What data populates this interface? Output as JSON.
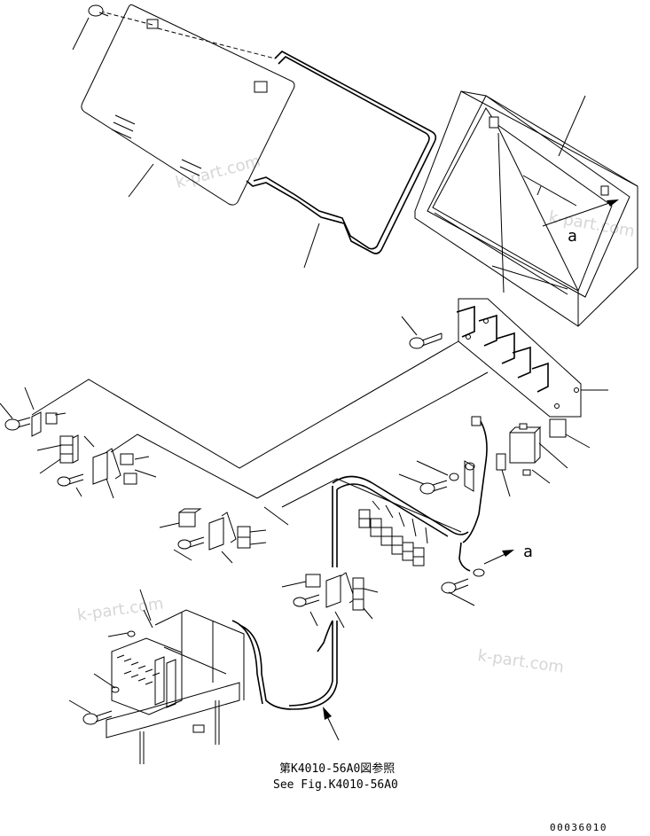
{
  "reference_note": {
    "line_jp": "第K4010-56A0図参照",
    "line_en": "See Fig.K4010-56A0"
  },
  "view_arrow_label_top": "a",
  "view_arrow_label_bottom": "a",
  "watermarks": [
    "k-part.com",
    "k-part.com",
    "k-part.com",
    "k-part.com"
  ],
  "drawing_number": "00036010"
}
